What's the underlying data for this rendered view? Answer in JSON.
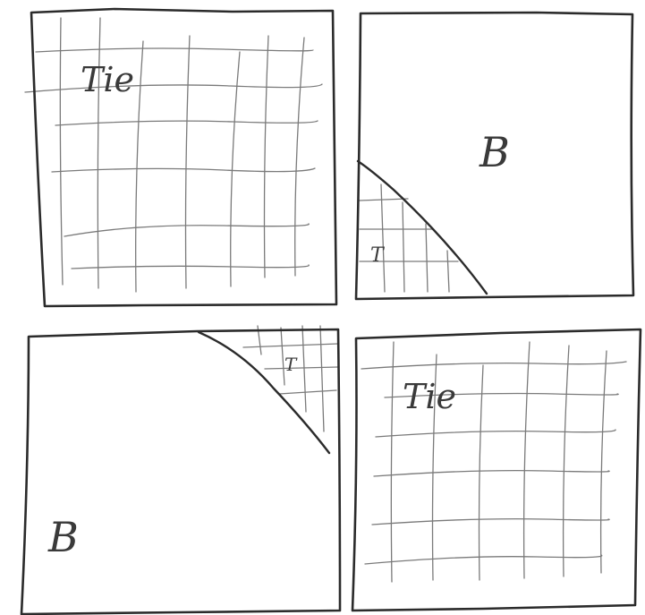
{
  "panels": [
    {
      "id": "top-left",
      "region": "tie",
      "label": "Tie"
    },
    {
      "id": "top-right",
      "region": "b",
      "label": "B",
      "corner_region": "tie",
      "corner_label": "T"
    },
    {
      "id": "bottom-left",
      "region": "b",
      "label": "B",
      "corner_region": "tie",
      "corner_label": "T"
    },
    {
      "id": "bottom-right",
      "region": "tie",
      "label": "Tie"
    }
  ],
  "colors": {
    "ink": "#2b2b2b",
    "grid": "#7a7a7a",
    "paper": "#ffffff"
  }
}
